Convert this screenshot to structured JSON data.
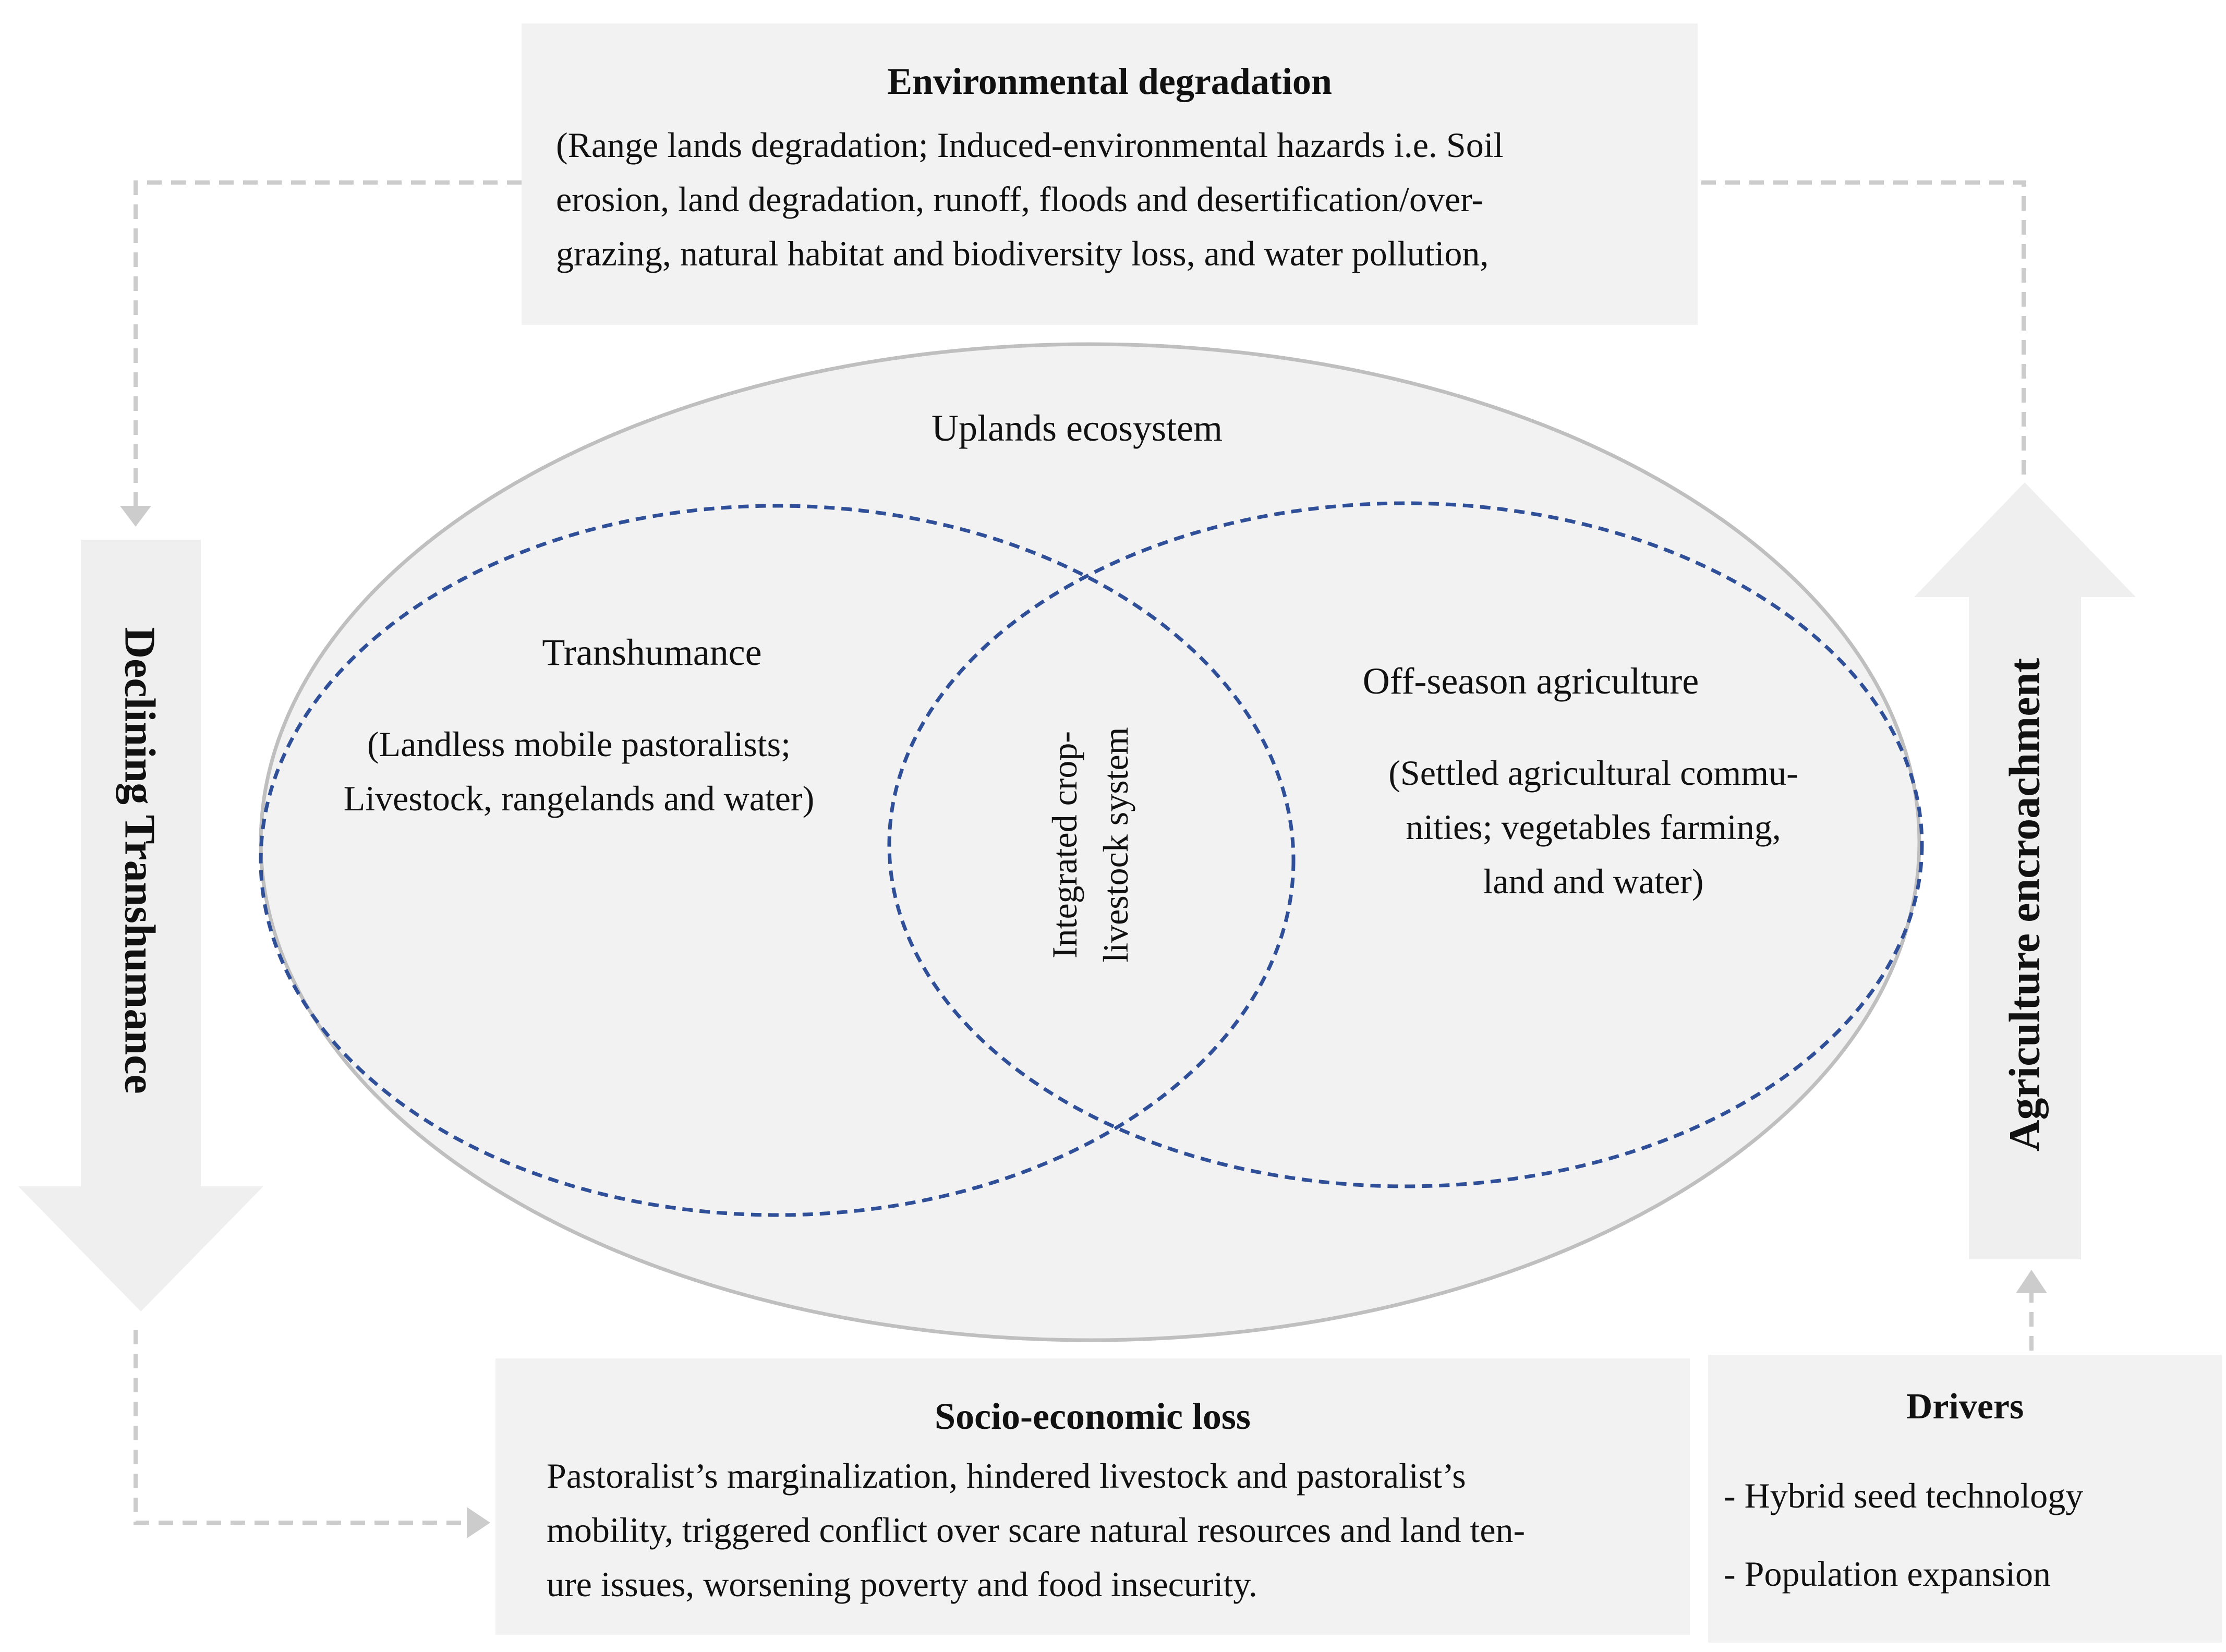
{
  "environment": {
    "title": "Environmental  degradation",
    "lines": [
      "(Range lands degradation; Induced-environmental hazards i.e. Soil",
      "erosion, land degradation, runoff, floods and desertification/over-",
      "grazing, natural habitat and biodiversity loss, and water pollution,"
    ]
  },
  "ecosystem": {
    "label": "Uplands ecosystem"
  },
  "transhumance": {
    "title": "Transhumance",
    "lines": [
      "(Landless mobile pastoralists;",
      "Livestock, rangelands and water)"
    ]
  },
  "offseason": {
    "title": "Off-season agriculture",
    "lines": [
      "(Settled agricultural commu-",
      "nities; vegetables farming,",
      "land and water)"
    ]
  },
  "integrated": {
    "lines": [
      "Integrated crop-",
      "livestock system"
    ]
  },
  "left_arrow": {
    "label": "Declining Transhumance"
  },
  "right_arrow": {
    "label": "Agriculture encroachment"
  },
  "socio": {
    "title": "Socio-economic loss",
    "lines": [
      "Pastoralist’s marginalization, hindered livestock and pastoralist’s",
      "mobility, triggered conflict over scare natural resources and land ten-",
      "ure issues, worsening poverty and food insecurity."
    ]
  },
  "drivers": {
    "title": "Drivers",
    "items": [
      "- Hybrid seed technology",
      "- Population expansion"
    ]
  },
  "colors": {
    "box_fill": "#f2f2f2",
    "ellipse_stroke": "#bfbfbf",
    "dashed_blue": "#2f4f98",
    "arrow_fill": "#efefef",
    "connector": "#cccccc"
  }
}
